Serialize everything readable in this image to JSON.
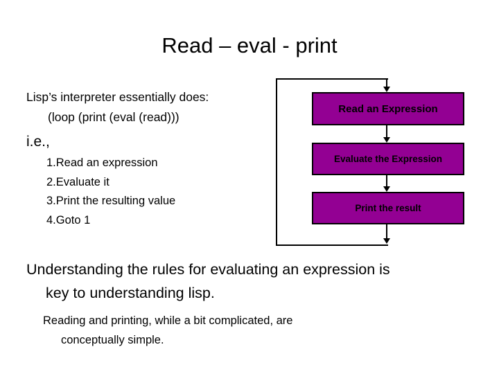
{
  "slide": {
    "title": "Read – eval - print",
    "body": {
      "intro": "Lisp’s interpreter essentially does:",
      "code": "(loop (print (eval (read)))",
      "ie": "i.e.,",
      "steps": [
        "1.Read an expression",
        "2.Evaluate it",
        "3.Print the resulting value",
        "4.Goto 1"
      ],
      "summary_line1": "Understanding the rules for evaluating an expression is",
      "summary_line2": "key to understanding lisp.",
      "note_line1": "Reading and printing, while a bit complicated, are",
      "note_line2": "conceptually simple."
    },
    "flowchart": {
      "type": "flow-loop",
      "box_fill": "#930093",
      "box_border": "#000000",
      "connector_color": "#000000",
      "nodes": [
        {
          "id": "read",
          "label": "Read an Expression"
        },
        {
          "id": "eval",
          "label": "Evaluate the Expression"
        },
        {
          "id": "print",
          "label": "Print the result"
        }
      ],
      "edges": [
        {
          "from": "loop-return",
          "to": "read",
          "arrow": "down"
        },
        {
          "from": "read",
          "to": "eval",
          "arrow": "down"
        },
        {
          "from": "eval",
          "to": "print",
          "arrow": "down"
        },
        {
          "from": "print",
          "to": "loop-return",
          "arrow": "down"
        }
      ]
    }
  }
}
